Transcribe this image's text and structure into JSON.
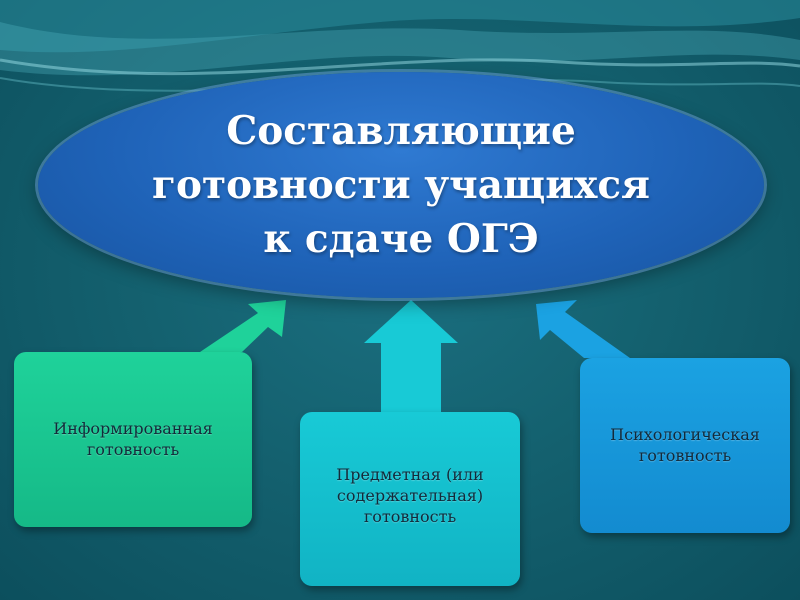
{
  "title": {
    "line1": "Составляющие",
    "line2": "готовности учащихся",
    "line3": "к сдаче ОГЭ"
  },
  "components": [
    {
      "lines": [
        "Информированная",
        "готовность"
      ],
      "color": "#1fd29a"
    },
    {
      "lines": [
        "Предметная (или",
        "содержательная)",
        "готовность"
      ],
      "color": "#18cad6"
    },
    {
      "lines": [
        "Психологическая",
        "готовность"
      ],
      "color": "#1ba2e2"
    }
  ],
  "colors": {
    "background": "#14616f",
    "ellipse": "#1f63b8"
  }
}
